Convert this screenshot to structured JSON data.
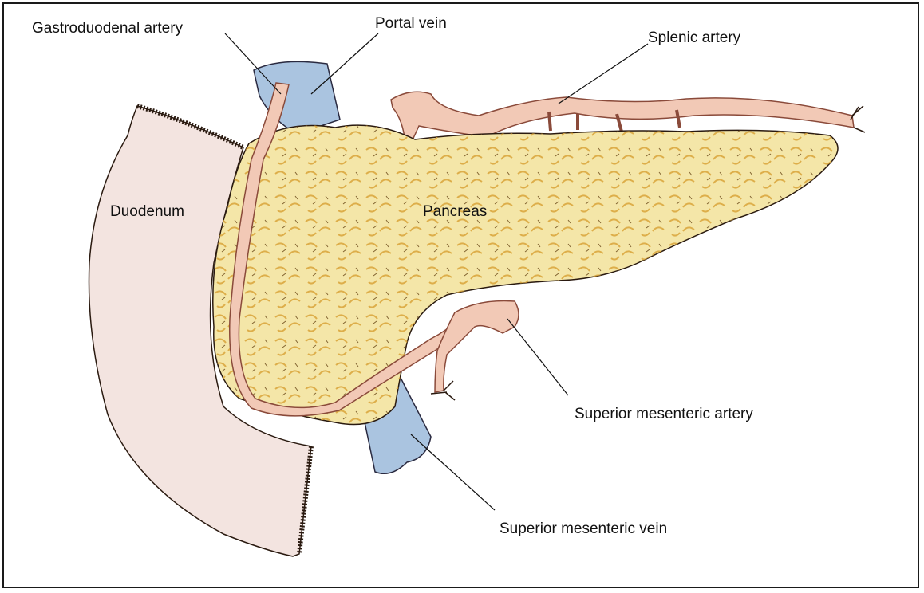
{
  "labels": {
    "gastroduodenal_artery": "Gastroduodenal artery",
    "portal_vein": "Portal vein",
    "splenic_artery": "Splenic artery",
    "duodenum": "Duodenum",
    "pancreas": "Pancreas",
    "superior_mesenteric_artery": "Superior mesenteric artery",
    "superior_mesenteric_vein": "Superior mesenteric vein"
  },
  "colors": {
    "pancreas_fill": "#f4e6a8",
    "pancreas_lobule": "#d9a43a",
    "artery_fill": "#f2c9b6",
    "artery_stroke": "#8a4a3a",
    "vein_fill": "#aac4e0",
    "duodenum_fill": "#f3e4e0",
    "outline": "#2a1a10"
  }
}
